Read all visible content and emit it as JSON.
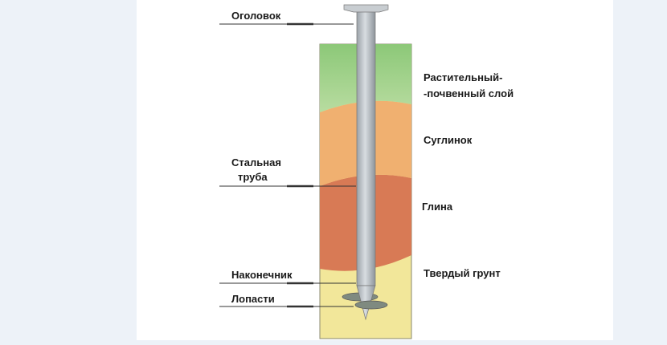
{
  "labels_left": {
    "head": "Оголовок",
    "pipe_line1": "Стальная",
    "pipe_line2": "труба",
    "tip": "Наконечник",
    "blades": "Лопасти"
  },
  "labels_right": {
    "topsoil_line1": "Растительный-",
    "topsoil_line2": "-почвенный слой",
    "loam": "Суглинок",
    "clay": "Глина",
    "hard_ground": "Твердый грунт"
  },
  "colors": {
    "topsoil": "#9fd08a",
    "loam": "#f0b070",
    "clay": "#d87a55",
    "hard_ground": "#f2e79a",
    "pipe": "#b9c0c6"
  }
}
